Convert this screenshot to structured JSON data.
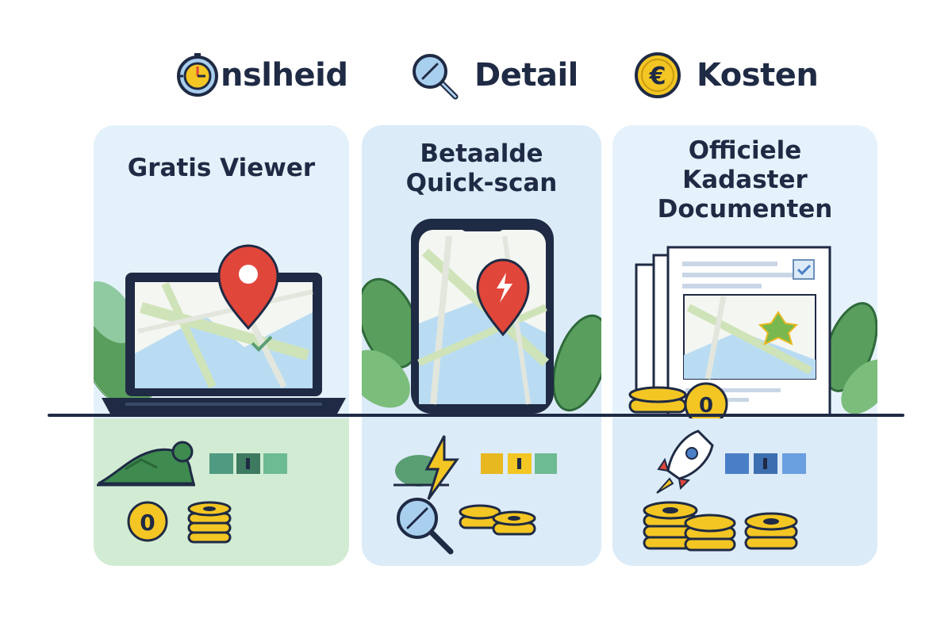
{
  "header": {
    "items": [
      {
        "label": "nslheid",
        "icon": "stopwatch-icon"
      },
      {
        "label": "Detail",
        "icon": "magnifier-icon"
      },
      {
        "label": "Kosten",
        "icon": "euro-coin-icon"
      }
    ]
  },
  "options": [
    {
      "title": "Gratis Viewer",
      "illustration": "laptop-map-icon",
      "speed_icon": "turtle-icon",
      "cost_coin_label": "0",
      "accent": "#5a9e74"
    },
    {
      "title": "Betaalde Quick-scan",
      "illustration": "phone-map-icon",
      "speed_icon": "lightning-icon",
      "detail_icon": "magnifier-icon",
      "accent": "#e8b820"
    },
    {
      "title": "Officiele Kadaster Documenten",
      "illustration": "documents-map-icon",
      "speed_icon": "rocket-icon",
      "cost_coin_label": "0",
      "accent": "#4a7fc7"
    }
  ],
  "colors": {
    "green_panel": "#d2ecd4",
    "blue_panel": "#dcebf8",
    "light_panel": "#e6f2fb",
    "coin": "#f3c623",
    "navy": "#1f2a44",
    "pin_red": "#e0463a"
  }
}
